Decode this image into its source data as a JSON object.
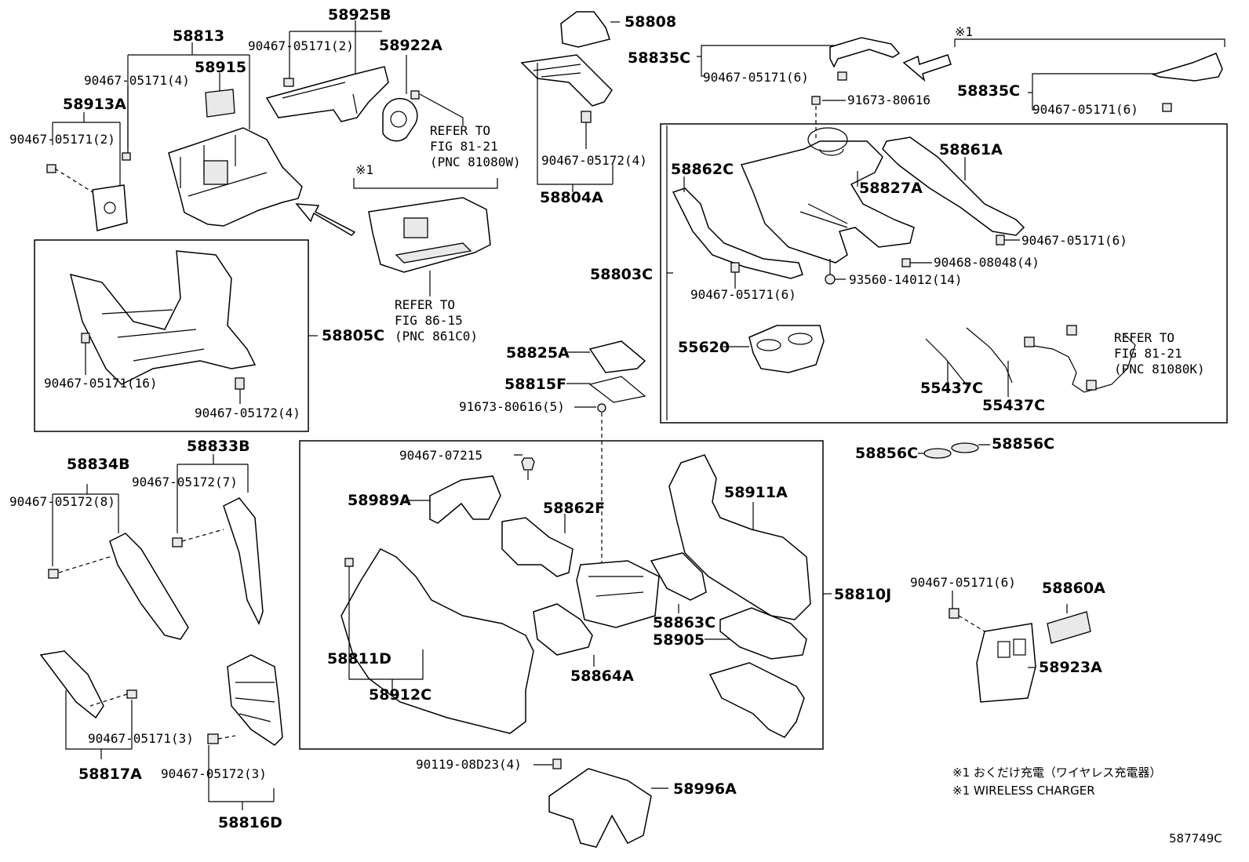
{
  "labels": {
    "p58925B": "58925B",
    "p58813": "58813",
    "p90467_05171_2a": "90467-05171(2)",
    "p58922A": "58922A",
    "p90467_05171_4": "90467-05171(4)",
    "p58915": "58915",
    "p58913A": "58913A",
    "p90467_05171_2b": "90467-05171(2)",
    "ref_8121_a1": "REFER TO",
    "ref_8121_a2": "FIG 81-21",
    "ref_8121_a3": "(PNC 81080W)",
    "p58808": "58808",
    "p90467_05172_4a": "90467-05172(4)",
    "p58804A": "58804A",
    "p58835C_a": "58835C",
    "p90467_05171_6a": "90467-05171(6)",
    "p58835C_b": "58835C",
    "p90467_05171_6b": "90467-05171(6)",
    "p91673_80616": "91673-80616",
    "p58862C": "58862C",
    "p58827A": "58827A",
    "p58861A": "58861A",
    "p90467_05171_6c": "90467-05171(6)",
    "p90468_08048_4": "90468-08048(4)",
    "p93560_14012_14": "93560-14012(14)",
    "p58803C": "58803C",
    "p90467_05171_6d": "90467-05171(6)",
    "p55620": "55620",
    "p55437C_a": "55437C",
    "p55437C_b": "55437C",
    "ref_8121_b1": "REFER TO",
    "ref_8121_b2": "FIG 81-21",
    "ref_8121_b3": "(PNC 81080K)",
    "ref_8615_1": "REFER TO",
    "ref_8615_2": "FIG 86-15",
    "ref_8615_3": "(PNC 861C0)",
    "p58805C": "58805C",
    "p90467_05171_16": "90467-05171(16)",
    "p90467_05172_4b": "90467-05172(4)",
    "p58825A": "58825A",
    "p58815F": "58815F",
    "p91673_80616_5": "91673-80616(5)",
    "p58856C_a": "58856C",
    "p58856C_b": "58856C",
    "p58834B": "58834B",
    "p58833B": "58833B",
    "p90467_05172_8": "90467-05172(8)",
    "p90467_05172_7": "90467-05172(7)",
    "p90467_07215": "90467-07215",
    "p58989A": "58989A",
    "p58862F": "58862F",
    "p58911A": "58911A",
    "p58810J": "58810J",
    "p58863C": "58863C",
    "p58905": "58905",
    "p58811D": "58811D",
    "p58912C": "58912C",
    "p58864A": "58864A",
    "p90467_05171_6e": "90467-05171(6)",
    "p58860A": "58860A",
    "p58923A": "58923A",
    "p90467_05171_3": "90467-05171(3)",
    "p58817A": "58817A",
    "p90467_05172_3": "90467-05172(3)",
    "p58816D": "58816D",
    "p90119_08D23_4": "90119-08D23(4)",
    "p58996A": "58996A",
    "mark1_a": "※1",
    "mark1_b": "※1"
  },
  "notes": {
    "jp": "※1 おくだけ充電（ワイヤレス充電器）",
    "en": "※1 WIRELESS CHARGER"
  },
  "figure_code": "587749C"
}
